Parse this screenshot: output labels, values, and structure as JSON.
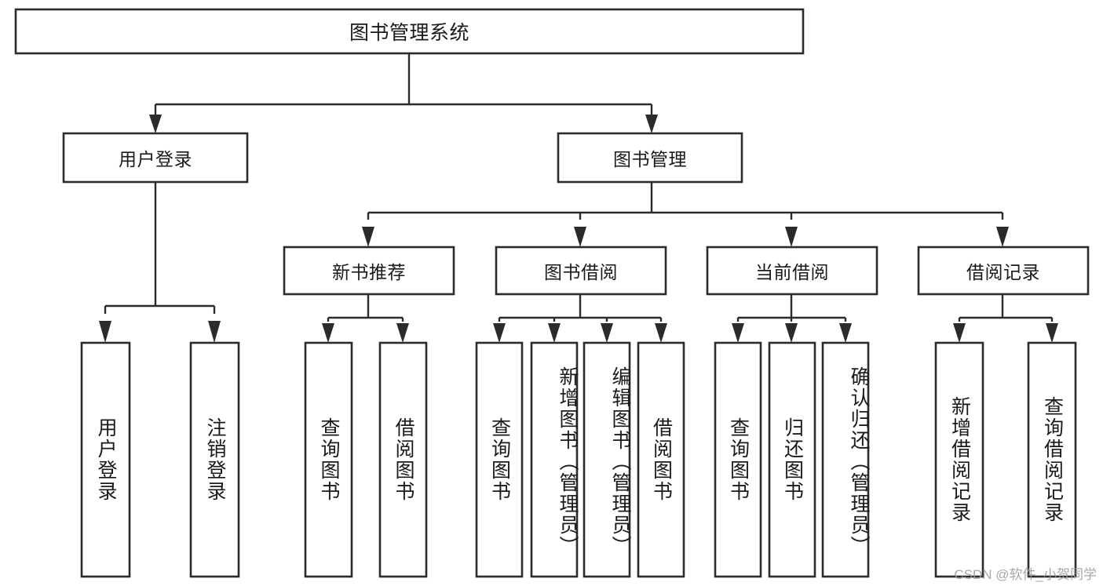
{
  "diagram": {
    "type": "tree-hierarchy-diagram",
    "title": "图书管理系统",
    "root": {
      "label": "图书管理系统",
      "level": 0
    },
    "level1": [
      {
        "label": "用户登录"
      },
      {
        "label": "图书管理"
      }
    ],
    "level2": [
      {
        "label": "新书推荐",
        "parent": "图书管理"
      },
      {
        "label": "图书借阅",
        "parent": "图书管理"
      },
      {
        "label": "当前借阅",
        "parent": "图书管理"
      },
      {
        "label": "借阅记录",
        "parent": "图书管理"
      }
    ],
    "leaves_user_login": [
      {
        "label": "用户登录"
      },
      {
        "label": "注销登录"
      }
    ],
    "leaves_new_book": [
      {
        "label": "查询图书"
      },
      {
        "label": "借阅图书"
      }
    ],
    "leaves_borrow": [
      {
        "label": "查询图书"
      },
      {
        "label": "新增图书（管理员）"
      },
      {
        "label": "编辑图书（管理员）"
      },
      {
        "label": "借阅图书"
      }
    ],
    "leaves_current": [
      {
        "label": "查询图书"
      },
      {
        "label": "归还图书"
      },
      {
        "label": "确认归还（管理员）"
      }
    ],
    "leaves_record": [
      {
        "label": "新增借阅记录"
      },
      {
        "label": "查询借阅记录"
      }
    ]
  },
  "watermark": {
    "text": "CSDN @软件_小贺同学"
  },
  "colors": {
    "stroke": "#2b2b2b",
    "box_fill": "#ffffff",
    "text": "#1a1a1a",
    "background": "#ffffff",
    "watermark": "#9a9a9a"
  }
}
